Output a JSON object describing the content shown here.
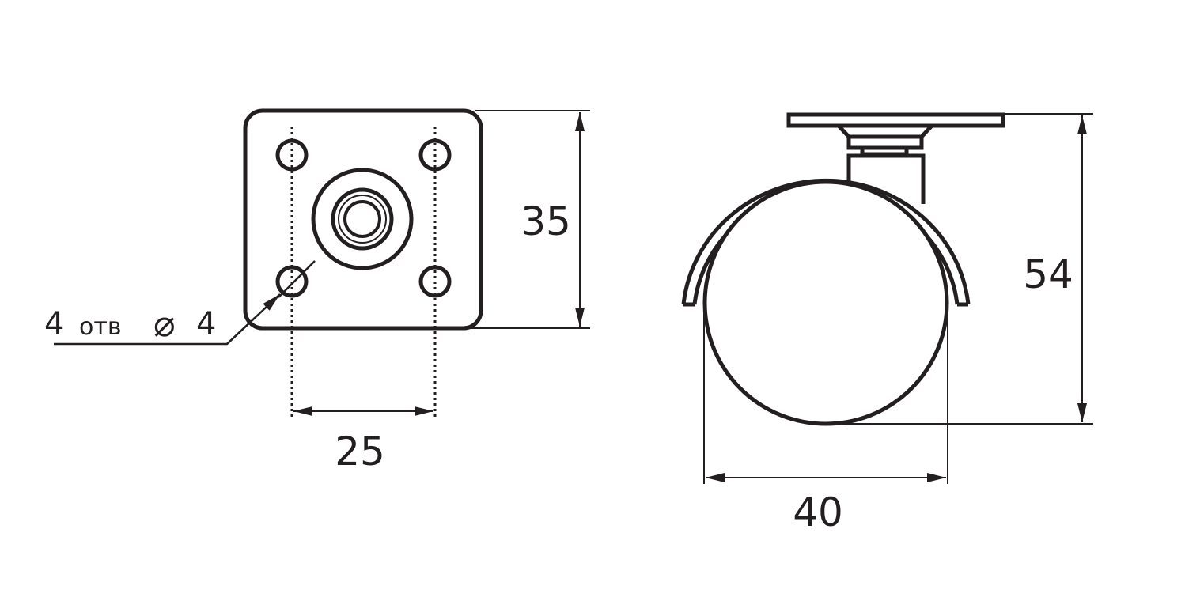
{
  "top_view": {
    "width_dim": "25",
    "height_dim": "35",
    "holes_note": {
      "count": "4",
      "word": "отв",
      "symbol": "⌀",
      "diameter": "4"
    }
  },
  "side_view": {
    "width_dim": "40",
    "height_dim": "54"
  },
  "colors": {
    "line": "#231f20",
    "background": "#ffffff"
  }
}
